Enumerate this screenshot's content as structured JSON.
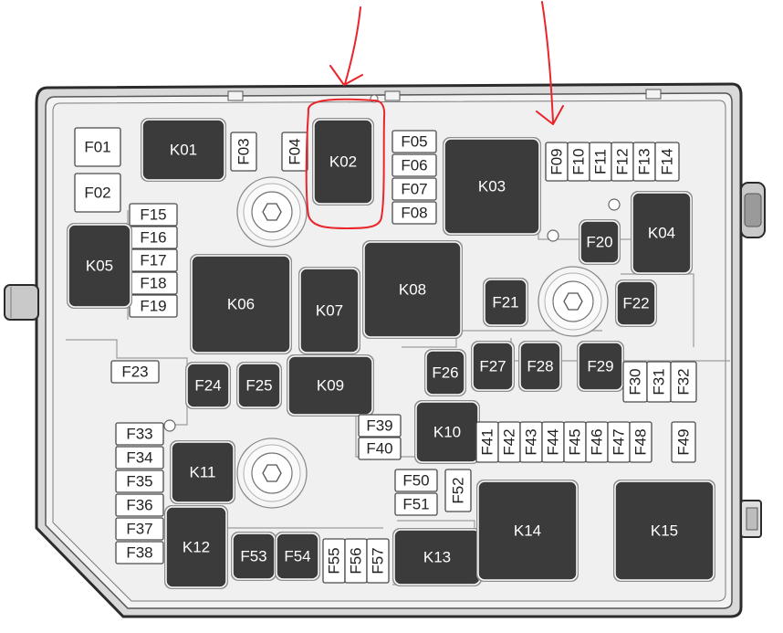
{
  "components": [
    {
      "id": "F01",
      "type": "fuse"
    },
    {
      "id": "F02",
      "type": "fuse"
    },
    {
      "id": "K01",
      "type": "relay"
    },
    {
      "id": "F03",
      "type": "fuse",
      "vertical": true
    },
    {
      "id": "F04",
      "type": "fuse",
      "vertical": true
    },
    {
      "id": "K02",
      "type": "relay"
    },
    {
      "id": "F05",
      "type": "fuse"
    },
    {
      "id": "F06",
      "type": "fuse"
    },
    {
      "id": "F07",
      "type": "fuse"
    },
    {
      "id": "F08",
      "type": "fuse"
    },
    {
      "id": "K03",
      "type": "relay"
    },
    {
      "id": "F09",
      "type": "fuse",
      "vertical": true
    },
    {
      "id": "F10",
      "type": "fuse",
      "vertical": true
    },
    {
      "id": "F11",
      "type": "fuse",
      "vertical": true
    },
    {
      "id": "F12",
      "type": "fuse",
      "vertical": true
    },
    {
      "id": "F13",
      "type": "fuse",
      "vertical": true
    },
    {
      "id": "F14",
      "type": "fuse",
      "vertical": true
    },
    {
      "id": "K04",
      "type": "relay"
    },
    {
      "id": "F20",
      "type": "relay"
    },
    {
      "id": "F15",
      "type": "fuse"
    },
    {
      "id": "F16",
      "type": "fuse"
    },
    {
      "id": "F17",
      "type": "fuse"
    },
    {
      "id": "F18",
      "type": "fuse"
    },
    {
      "id": "F19",
      "type": "fuse"
    },
    {
      "id": "K05",
      "type": "relay"
    },
    {
      "id": "K06",
      "type": "relay"
    },
    {
      "id": "K07",
      "type": "relay"
    },
    {
      "id": "K08",
      "type": "relay"
    },
    {
      "id": "F21",
      "type": "relay"
    },
    {
      "id": "F22",
      "type": "relay"
    },
    {
      "id": "F23",
      "type": "fuse"
    },
    {
      "id": "F24",
      "type": "relay"
    },
    {
      "id": "F25",
      "type": "relay"
    },
    {
      "id": "K09",
      "type": "relay"
    },
    {
      "id": "F26",
      "type": "relay"
    },
    {
      "id": "F27",
      "type": "relay"
    },
    {
      "id": "F28",
      "type": "relay"
    },
    {
      "id": "F29",
      "type": "relay"
    },
    {
      "id": "F30",
      "type": "fuse",
      "vertical": true
    },
    {
      "id": "F31",
      "type": "fuse",
      "vertical": true
    },
    {
      "id": "F32",
      "type": "fuse",
      "vertical": true
    },
    {
      "id": "F33",
      "type": "fuse"
    },
    {
      "id": "F34",
      "type": "fuse"
    },
    {
      "id": "F35",
      "type": "fuse"
    },
    {
      "id": "F36",
      "type": "fuse"
    },
    {
      "id": "F37",
      "type": "fuse"
    },
    {
      "id": "F38",
      "type": "fuse"
    },
    {
      "id": "K11",
      "type": "relay"
    },
    {
      "id": "K12",
      "type": "relay"
    },
    {
      "id": "F39",
      "type": "fuse"
    },
    {
      "id": "F40",
      "type": "fuse"
    },
    {
      "id": "K10",
      "type": "relay"
    },
    {
      "id": "F41",
      "type": "fuse",
      "vertical": true
    },
    {
      "id": "F42",
      "type": "fuse",
      "vertical": true
    },
    {
      "id": "F43",
      "type": "fuse",
      "vertical": true
    },
    {
      "id": "F44",
      "type": "fuse",
      "vertical": true
    },
    {
      "id": "F45",
      "type": "fuse",
      "vertical": true
    },
    {
      "id": "F46",
      "type": "fuse",
      "vertical": true
    },
    {
      "id": "F47",
      "type": "fuse",
      "vertical": true
    },
    {
      "id": "F48",
      "type": "fuse",
      "vertical": true
    },
    {
      "id": "F49",
      "type": "fuse",
      "vertical": true
    },
    {
      "id": "F50",
      "type": "fuse"
    },
    {
      "id": "F51",
      "type": "fuse"
    },
    {
      "id": "F52",
      "type": "fuse",
      "vertical": true
    },
    {
      "id": "F53",
      "type": "relay"
    },
    {
      "id": "F54",
      "type": "relay"
    },
    {
      "id": "F55",
      "type": "fuse",
      "vertical": true
    },
    {
      "id": "F56",
      "type": "fuse",
      "vertical": true
    },
    {
      "id": "F57",
      "type": "fuse",
      "vertical": true
    },
    {
      "id": "K13",
      "type": "relay"
    },
    {
      "id": "K14",
      "type": "relay"
    },
    {
      "id": "K15",
      "type": "relay"
    }
  ],
  "annotations": {
    "highlighted_component": "K02",
    "highlight_color": "#e8262b",
    "arrow_targets": [
      "K02",
      "F09"
    ]
  },
  "colors": {
    "relay": "#3b3b3b",
    "board": "#f0f0f0",
    "outline": "#2b2b2b"
  }
}
